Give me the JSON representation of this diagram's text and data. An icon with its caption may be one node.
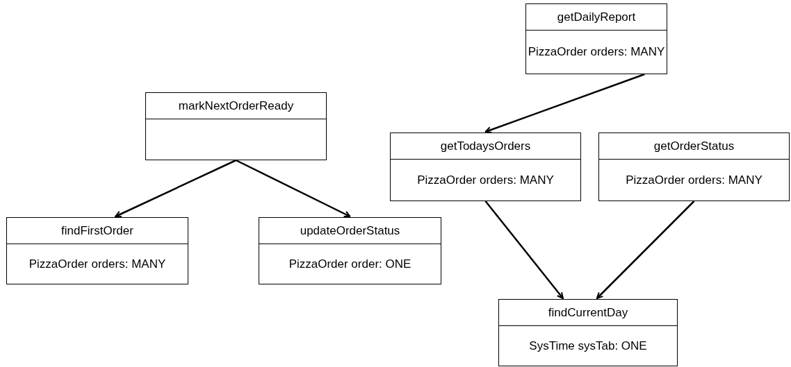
{
  "diagram": {
    "nodes": [
      {
        "text": [
          "getDailyReport",
          "PizzaOrder orders: MANY"
        ]
      },
      {
        "text": [
          "markNextOrderReady"
        ]
      },
      {
        "text": [
          "getTodaysOrders",
          "PizzaOrder orders: MANY"
        ]
      },
      {
        "text": [
          "getOrderStatus",
          "PizzaOrder orders: MANY"
        ]
      },
      {
        "text": [
          "findFirstOrder",
          "PizzaOrder orders: MANY"
        ]
      },
      {
        "text": [
          "updateOrderStatus",
          "PizzaOrder order: ONE"
        ]
      },
      {
        "text": [
          "findCurrentDay",
          "SysTime sysTab: ONE"
        ]
      }
    ],
    "edges": [
      {
        "from": 0,
        "to": 2,
        "arrow": "to"
      },
      {
        "from": 1,
        "to": 4,
        "arrow": "to"
      },
      {
        "from": 1,
        "to": 5,
        "arrow": "to"
      },
      {
        "from": 2,
        "to": 6,
        "arrow": "to"
      },
      {
        "from": 3,
        "to": 6,
        "arrow": "to"
      }
    ]
  }
}
